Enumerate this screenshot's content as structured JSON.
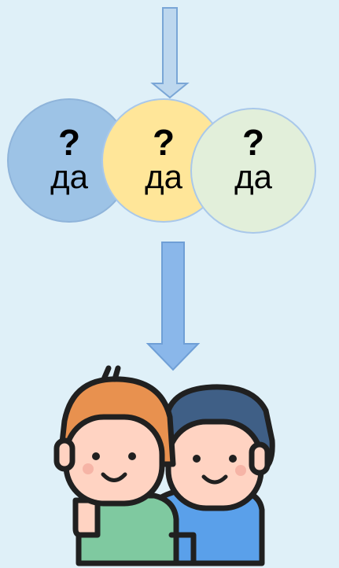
{
  "circles": [
    {
      "question": "?",
      "answer": "да",
      "fill": "#9dc3e6",
      "stroke": "#8fb4da"
    },
    {
      "question": "?",
      "answer": "да",
      "fill": "#ffe699",
      "stroke": "#a9c8ea"
    },
    {
      "question": "?",
      "answer": "да",
      "fill": "#e2efda",
      "stroke": "#a9c8ea"
    }
  ],
  "arrows": {
    "top": {
      "fill": "#bdd7ee",
      "stroke": "#7aa6d6"
    },
    "bottom": {
      "fill": "#8ab7ea",
      "stroke": "#6f9fd6"
    }
  },
  "illustration": {
    "icon": "two-friends-hugging-icon",
    "skin": "#ffd3c2",
    "hair_left": "#e8914f",
    "hair_right": "#3f5f86",
    "shirt_left": "#7fc9a0",
    "shirt_right": "#5aa0ea",
    "outline": "#202020"
  }
}
